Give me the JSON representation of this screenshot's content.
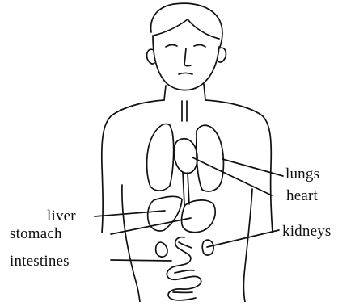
{
  "labels": {
    "lungs": "lungs",
    "heart": "heart",
    "liver": "liver",
    "stomach": "stomach",
    "kidneys": "kidneys",
    "intestines": "intestines"
  },
  "colors": {
    "ink": "#111111",
    "background": "#ffffff"
  }
}
